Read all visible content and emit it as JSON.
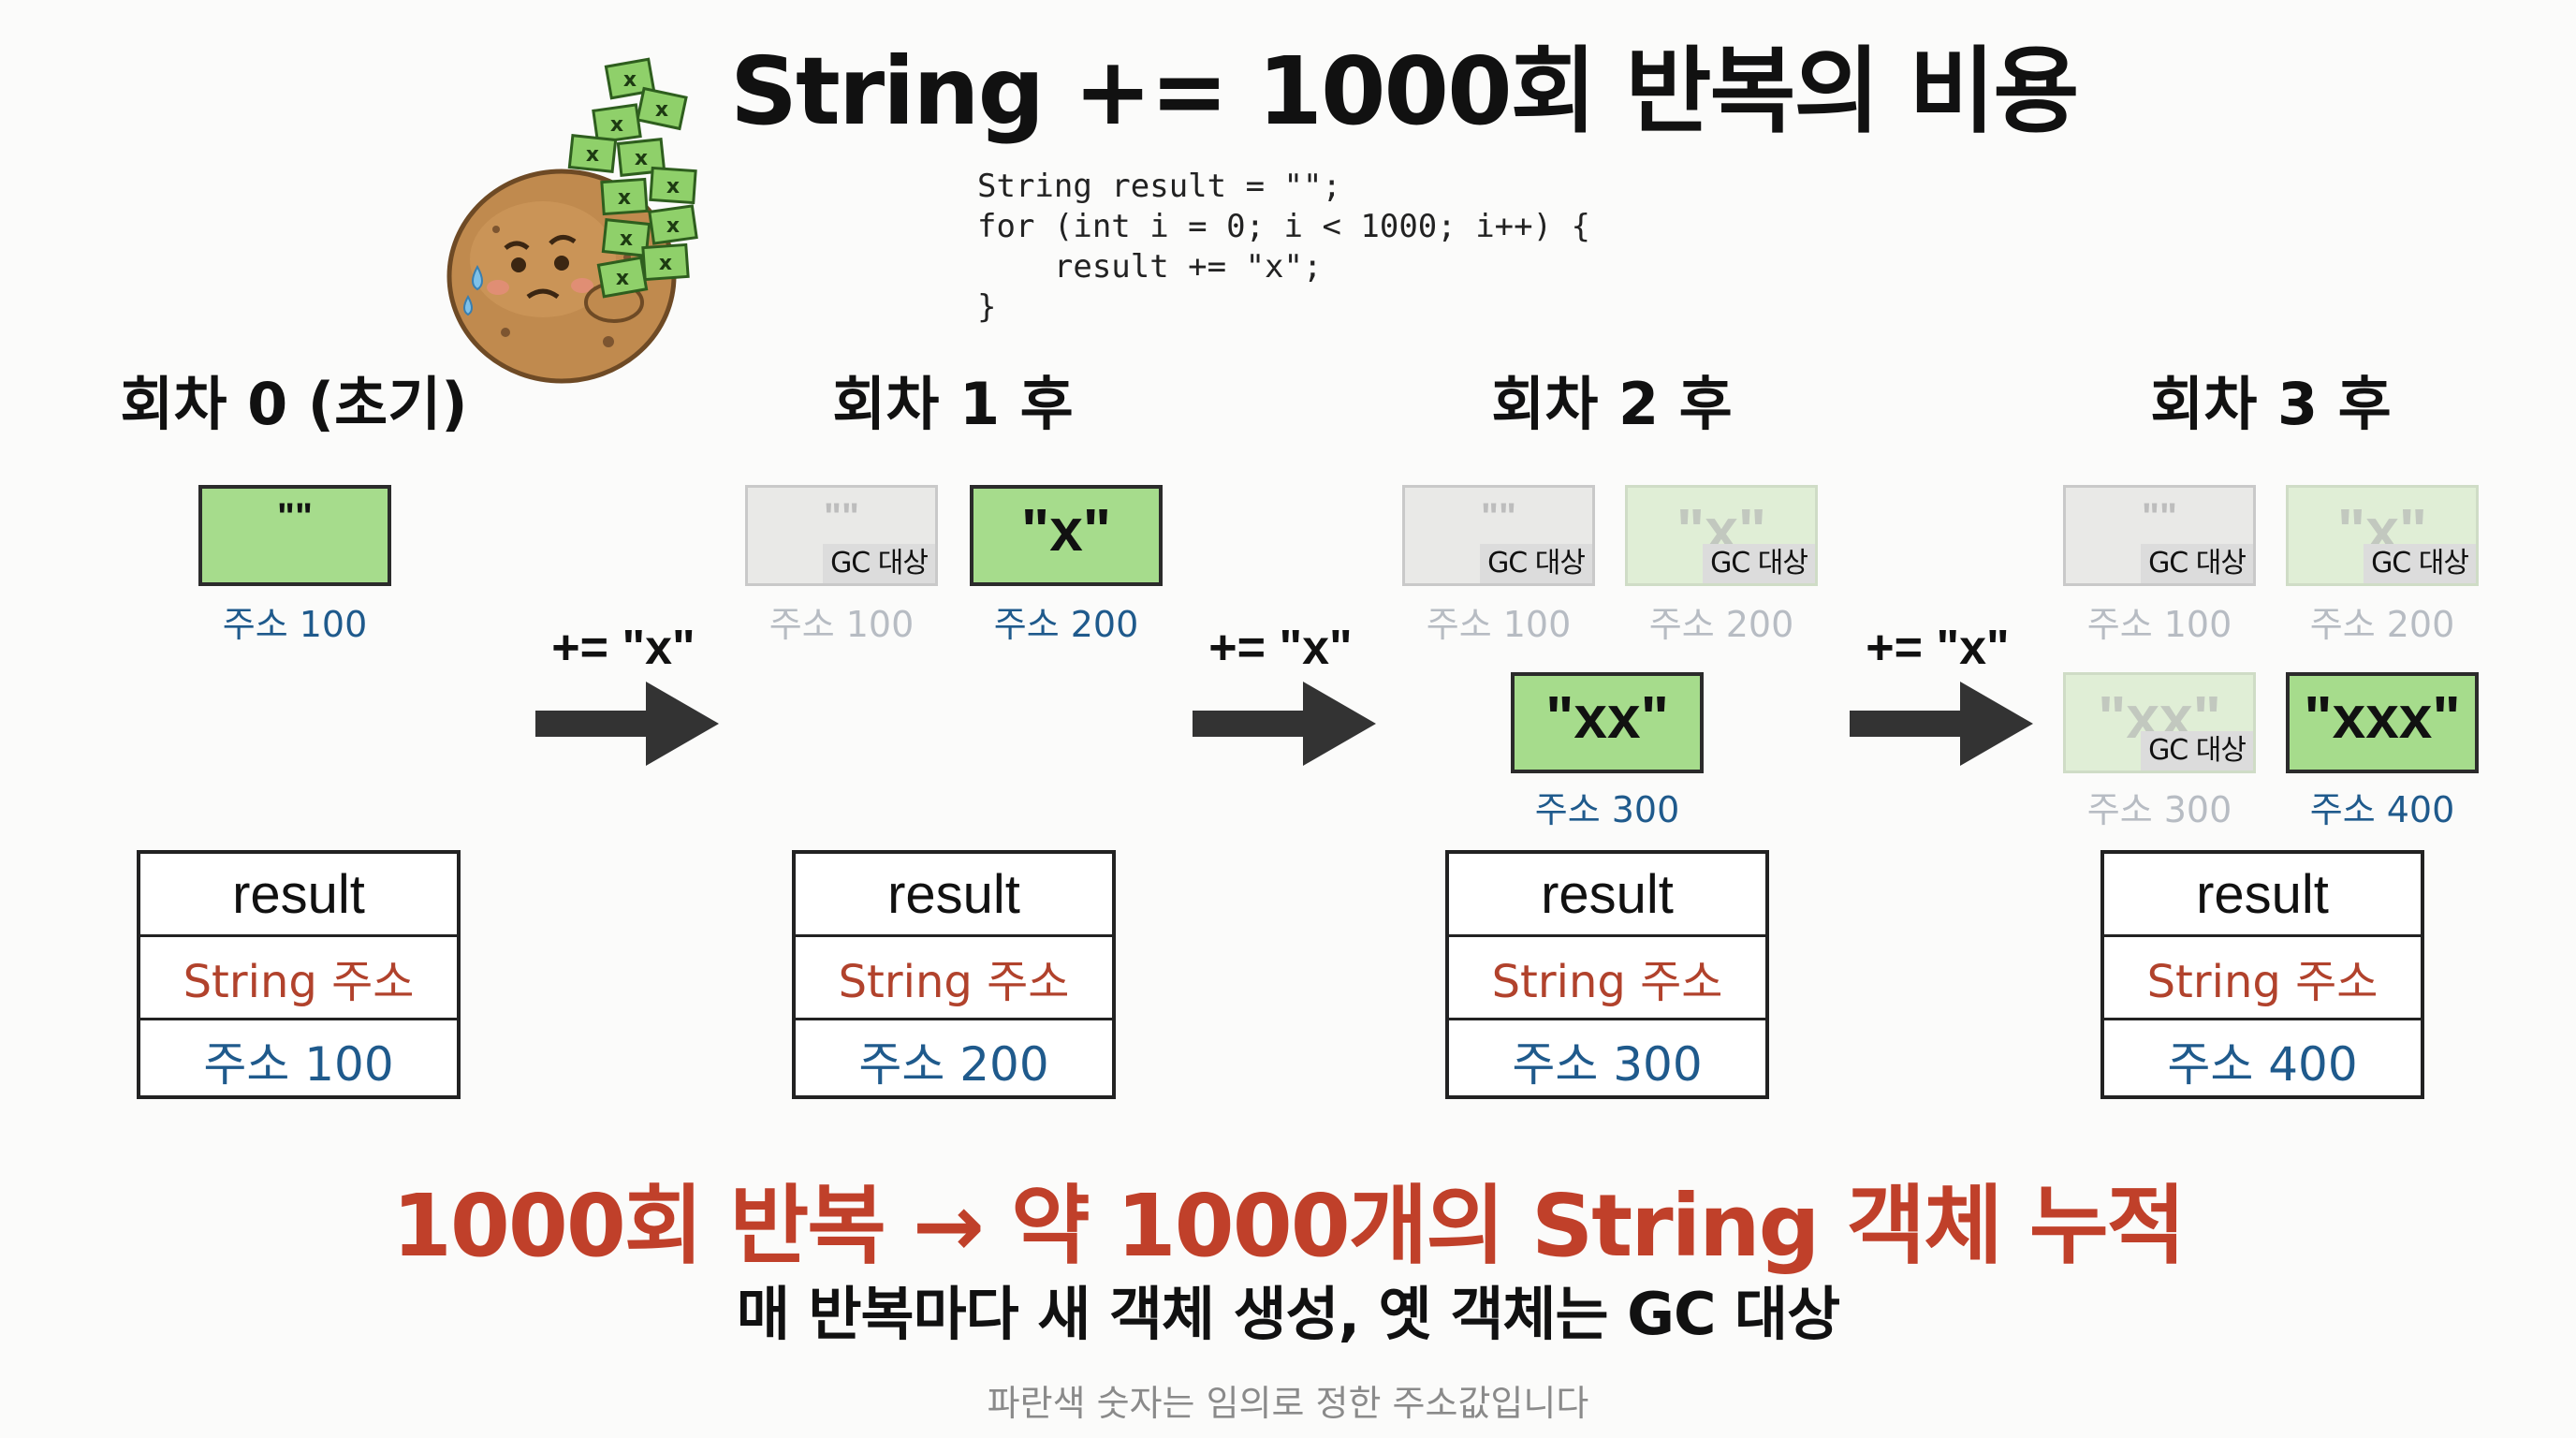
{
  "title": "String += 1000회 반복의 비용",
  "code": "String result = \"\";\nfor (int i = 0; i < 1000; i++) {\n    result += \"x\";\n}",
  "gc_label": "GC 대상",
  "operation": "+= \"x\"",
  "steps": [
    {
      "title": "회차 0 (초기)",
      "objects": [
        {
          "value": "\"\"",
          "address": "주소 100",
          "collected": false
        }
      ],
      "result": {
        "name": "result",
        "type": "String 주소",
        "address": "주소 100"
      }
    },
    {
      "title": "회차 1 후",
      "objects": [
        {
          "value": "\"\"",
          "address": "주소 100",
          "collected": true
        },
        {
          "value": "\"x\"",
          "address": "주소 200",
          "collected": false
        }
      ],
      "result": {
        "name": "result",
        "type": "String 주소",
        "address": "주소 200"
      }
    },
    {
      "title": "회차 2 후",
      "objects": [
        {
          "value": "\"\"",
          "address": "주소 100",
          "collected": true
        },
        {
          "value": "\"x\"",
          "address": "주소 200",
          "collected": true
        },
        {
          "value": "\"xx\"",
          "address": "주소 300",
          "collected": false
        }
      ],
      "result": {
        "name": "result",
        "type": "String 주소",
        "address": "주소 300"
      }
    },
    {
      "title": "회차 3 후",
      "objects": [
        {
          "value": "\"\"",
          "address": "주소 100",
          "collected": true
        },
        {
          "value": "\"x\"",
          "address": "주소 200",
          "collected": true
        },
        {
          "value": "\"xx\"",
          "address": "주소 300",
          "collected": true
        },
        {
          "value": "\"xxx\"",
          "address": "주소 400",
          "collected": false
        }
      ],
      "result": {
        "name": "result",
        "type": "String 주소",
        "address": "주소 400"
      }
    }
  ],
  "headline": "1000회 반복 → 약 1000개의 String 객체 누적",
  "subline": "매 반복마다 새 객체 생성, 옛 객체는 GC 대상",
  "note": "파란색 숫자는 임의로 정한 주소값입니다",
  "colors": {
    "live_fill": "#a6dc8c",
    "gc_fill": "#e9e9e7",
    "address_blue": "#1f5a8c",
    "headline_red": "#c0402a"
  },
  "mascot": {
    "icon": "stressed-potato-with-cash-icon"
  }
}
